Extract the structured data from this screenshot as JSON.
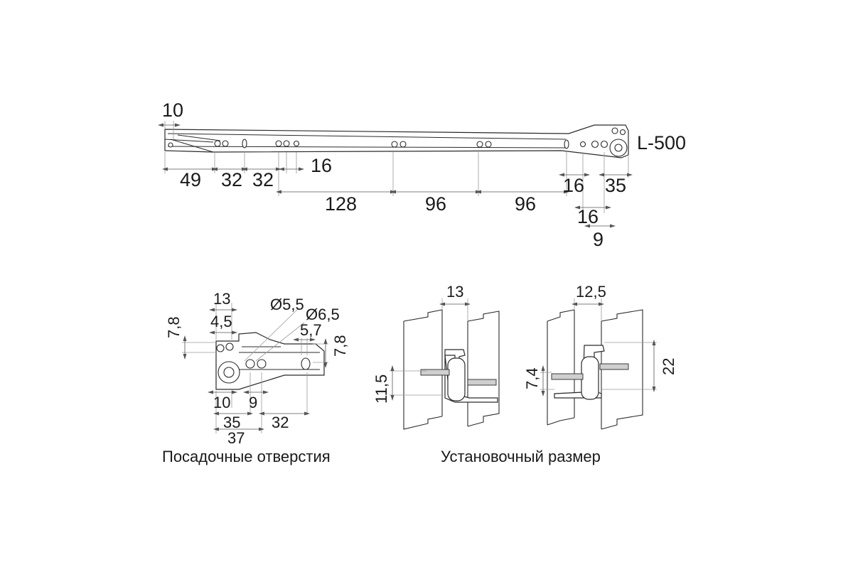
{
  "slide": {
    "length_label": "L-500",
    "dims_top": {
      "d10": "10",
      "d49": "49",
      "d32a": "32",
      "d32b": "32",
      "d16a": "16",
      "d128": "128",
      "d96a": "96",
      "d96b": "96",
      "d16b": "16",
      "d35": "35",
      "d16c": "16",
      "d9": "9"
    }
  },
  "mounting": {
    "caption": "Посадочные отверстия",
    "dims": {
      "d13": "13",
      "d45": "4,5",
      "d78a": "7,8",
      "dia55": "Ø5,5",
      "dia65": "Ø6,5",
      "d57": "5,7",
      "d78b": "7,8",
      "d10": "10",
      "d9": "9",
      "d35": "35",
      "d37": "37",
      "d32": "32"
    }
  },
  "install": {
    "caption": "Установочный размер",
    "left": {
      "d13": "13",
      "d115": "11,5"
    },
    "right": {
      "d125": "12,5",
      "d74": "7,4",
      "d22": "22"
    }
  }
}
